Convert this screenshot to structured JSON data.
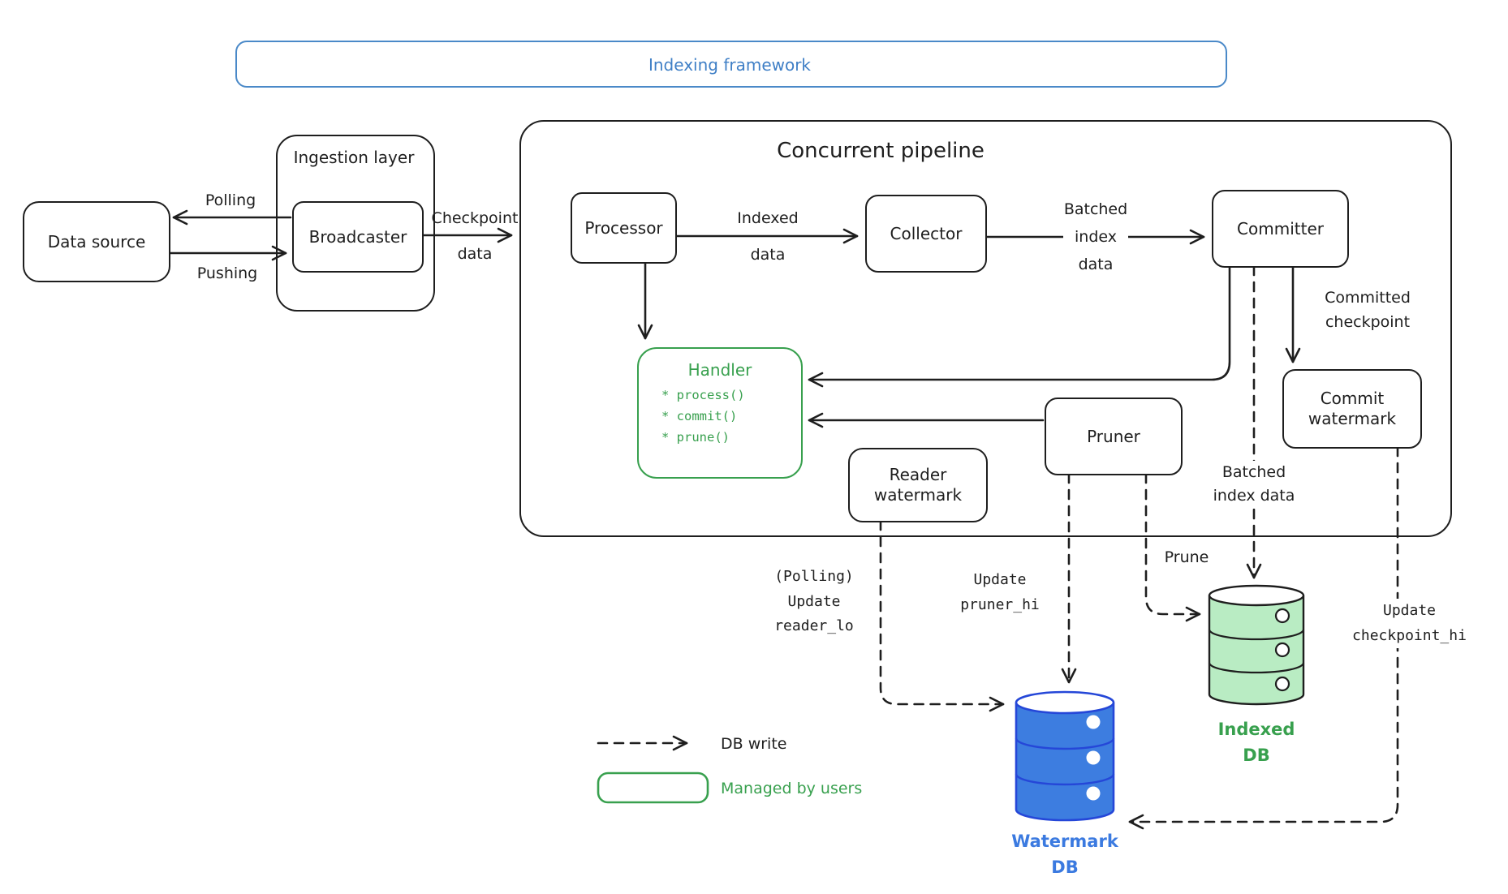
{
  "framework": {
    "title": "Indexing framework"
  },
  "data_source": {
    "label": "Data source"
  },
  "ingestion": {
    "title": "Ingestion layer",
    "broadcaster": {
      "label": "Broadcaster"
    }
  },
  "pipeline": {
    "title": "Concurrent pipeline",
    "processor": {
      "label": "Processor"
    },
    "collector": {
      "label": "Collector"
    },
    "committer": {
      "label": "Committer"
    },
    "handler": {
      "title": "Handler",
      "methods": [
        "* process()",
        "* commit()",
        "* prune()"
      ]
    },
    "reader_watermark": {
      "label": "Reader\nwatermark"
    },
    "pruner": {
      "label": "Pruner"
    },
    "commit_watermark": {
      "label": "Commit\nwatermark"
    }
  },
  "edges": {
    "polling": {
      "label": "Polling"
    },
    "pushing": {
      "label": "Pushing"
    },
    "checkpoint_data": {
      "line1": "Checkpoint",
      "line2": "data"
    },
    "indexed_data": {
      "line1": "Indexed",
      "line2": "data"
    },
    "batched_index_data": {
      "line1": "Batched",
      "line2": "index",
      "line3": "data"
    },
    "committed_checkpoint": {
      "label": "Committed\ncheckpoint"
    },
    "update_reader_lo": {
      "label": "(Polling)\nUpdate\nreader_lo"
    },
    "update_pruner_hi": {
      "label": "Update\npruner_hi"
    },
    "prune": {
      "label": "Prune"
    },
    "batched_index_data_db": {
      "label": "Batched\nindex data"
    },
    "update_checkpoint_hi": {
      "label": "Update\ncheckpoint_hi"
    }
  },
  "databases": {
    "watermark_db": {
      "label": "Watermark\nDB"
    },
    "indexed_db": {
      "label": "Indexed\nDB"
    }
  },
  "legend": {
    "db_write": {
      "label": "DB write"
    },
    "managed_by_users": {
      "label": "Managed by users"
    }
  },
  "colors": {
    "ink": "#1e1e1e",
    "blue": "#3f7fc6",
    "db_blue_fill": "#3d7de0",
    "db_blue_stroke": "#2547d8",
    "green": "#38a04e",
    "db_green_fill": "#b9ecc3"
  }
}
